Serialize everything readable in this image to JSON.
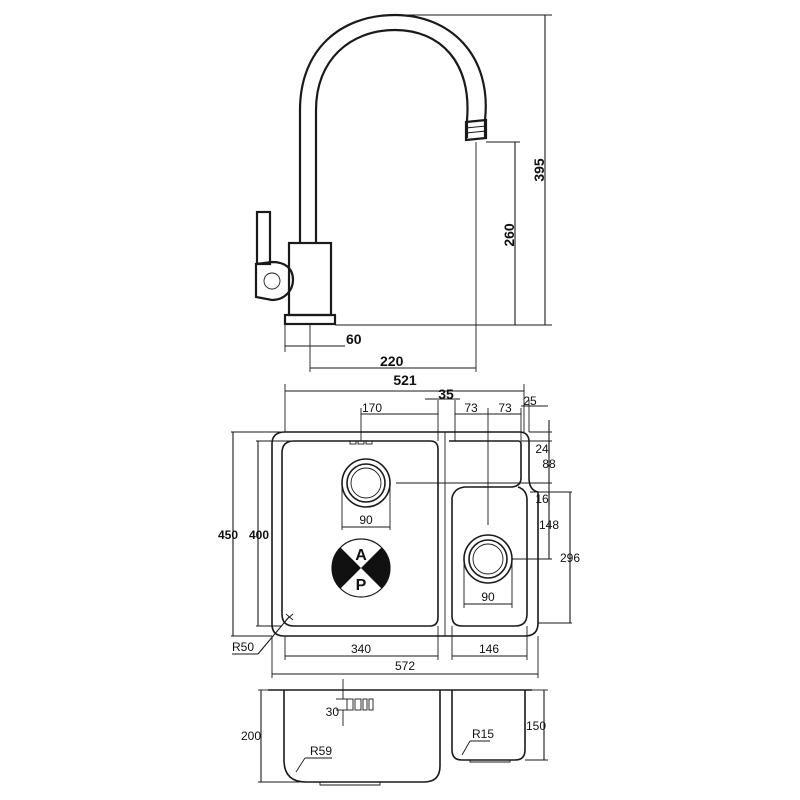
{
  "faucet": {
    "dims": {
      "height_total": "395",
      "height_spout": "260",
      "base_offset": "60",
      "reach": "220"
    }
  },
  "plan": {
    "dims": {
      "width_top": "521",
      "d35": "35",
      "d170": "170",
      "d73a": "73",
      "d73b": "73",
      "d25": "25",
      "d24": "24",
      "d88": "88",
      "d16": "16",
      "d148": "148",
      "d296": "296",
      "d450": "450",
      "d400": "400",
      "d90_main": "90",
      "d90_small": "90",
      "r50": "R50",
      "d340": "340",
      "d146": "146",
      "d572": "572"
    },
    "logo": {
      "top_letter": "A",
      "bottom_letter": "P"
    }
  },
  "section": {
    "dims": {
      "d200": "200",
      "d30": "30",
      "r59": "R59",
      "r15": "R15",
      "d150": "150"
    }
  }
}
